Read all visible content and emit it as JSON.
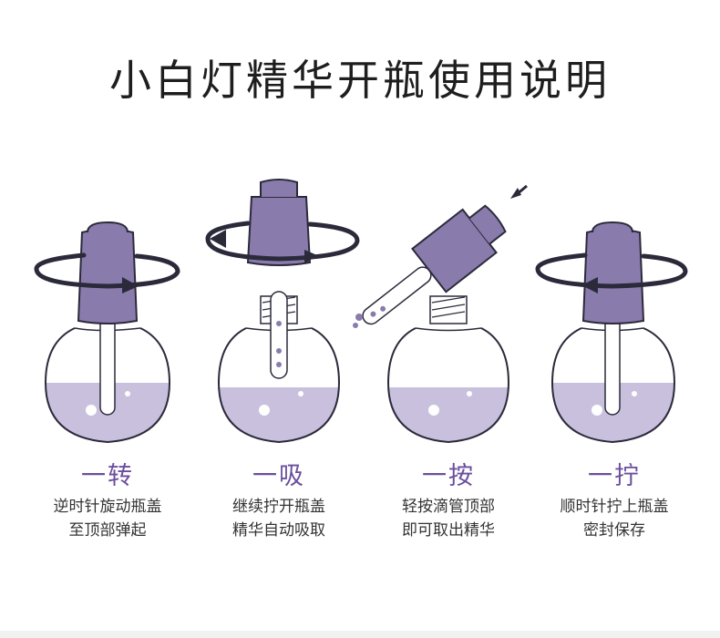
{
  "title": "小白灯精华开瓶使用说明",
  "steps": [
    {
      "title": "一转",
      "line1": "逆时针旋动瓶盖",
      "line2": "至顶部弹起"
    },
    {
      "title": "一吸",
      "line1": "继续拧开瓶盖",
      "line2": "精华自动吸取"
    },
    {
      "title": "一按",
      "line1": "轻按滴管顶部",
      "line2": "即可取出精华"
    },
    {
      "title": "一拧",
      "line1": "顺时针拧上瓶盖",
      "line2": "密封保存"
    }
  ],
  "colors": {
    "cap": "#8a7bad",
    "liquid": "#c9c0de",
    "outline": "#2b2a3a",
    "accent": "#6b4e9e"
  },
  "icons": [
    "rotate-counterclockwise-arrow-icon",
    "rotate-clockwise-arrow-icon",
    "press-arrow-icon"
  ]
}
